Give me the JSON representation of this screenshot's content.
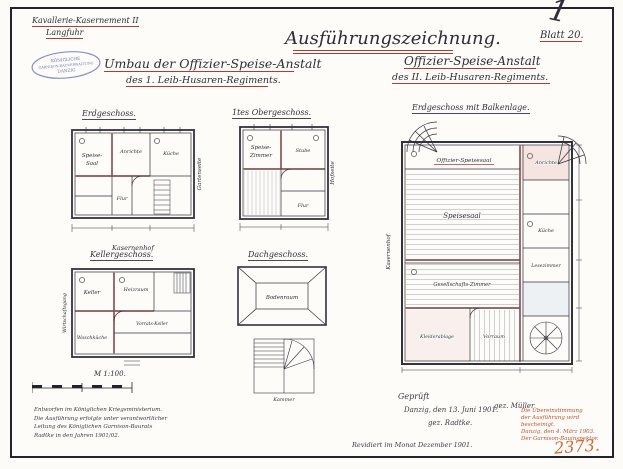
{
  "sheet": {
    "folio_mark": "1",
    "blatt": "Blatt 20.",
    "plan_number": "2373."
  },
  "header": {
    "location_line1": "Kavallerie-Kasernement II",
    "location_line2": "Langfuhr",
    "main_title": "Ausführungszeichnung.",
    "left_title": "Umbau der Offizier-Speise-Anstalt",
    "left_subtitle": "des 1. Leib-Husaren-Regiments.",
    "right_title": "Offizier-Speise-Anstalt",
    "right_subtitle": "des II. Leib-Husaren-Regiments.",
    "stamp": {
      "line1": "KÖNIGLICHE",
      "line2": "GARNISON-BAUVERWALTUNG",
      "line3": "DANZIG"
    }
  },
  "plans": {
    "erdgeschoss": {
      "label": "Erdgeschoss.",
      "rooms": {
        "r1": "Speise-",
        "r2": "Saal",
        "r3": "Anrichte",
        "r4": "Küche",
        "r5": "Flur"
      },
      "side_label": "Gartenseite",
      "bottom_label": "Kasernenhof"
    },
    "obergeschoss": {
      "label": "1tes Obergeschoss.",
      "rooms": {
        "r1": "Speise-",
        "r2": "Zimmer",
        "r3": "Stube",
        "r4": "Flur"
      },
      "side_label": "Hofseite"
    },
    "kellergeschoss": {
      "label": "Kellergeschoss.",
      "rooms": {
        "r1": "Keller",
        "r2": "Heizraum",
        "r3": "Vorrats-Keller",
        "r4": "Waschküche"
      },
      "side_label": "Wirtschaftsgang"
    },
    "dachgeschoss": {
      "label": "Dachgeschoss.",
      "rooms": {
        "r1": "Bodenraum",
        "r2": "Kammer"
      }
    },
    "balkenlage": {
      "label": "Erdgeschoss mit Balkenlage.",
      "rooms": {
        "r1": "Offizier-Speisesaal",
        "r2": "Speisesaal",
        "r3": "Anrichte",
        "r4": "Küche",
        "r5": "Gesellschafts-Zimmer",
        "r6": "Lesezimmer",
        "r7": "Kleiderablage",
        "r8": "Vorraum"
      },
      "side_label": "Kasernenhof"
    }
  },
  "scale": {
    "label": "M 1:100."
  },
  "footer": {
    "notes_left": [
      "Entworfen im Königlichen Kriegsministerium.",
      "Die Ausführung erfolgte unter verantwortlicher",
      "Leitung des Königlichen Garnison-Baurats",
      "Radtke in den Jahren 1901/02."
    ],
    "approval": {
      "gep": "Geprüft",
      "date_line": "Danzig, den 13. Juni 1901.",
      "sig1": "gez. Müller",
      "sig2": "gez. Radtke.",
      "revision": "Revidiert im Monat Dezember 1901."
    },
    "certification": [
      "Die Übereinstimmung",
      "der Ausführung wird",
      "bescheinigt.",
      "Danzig, den 4. März 1903.",
      "Der Garnison-Bauinspektor."
    ]
  }
}
